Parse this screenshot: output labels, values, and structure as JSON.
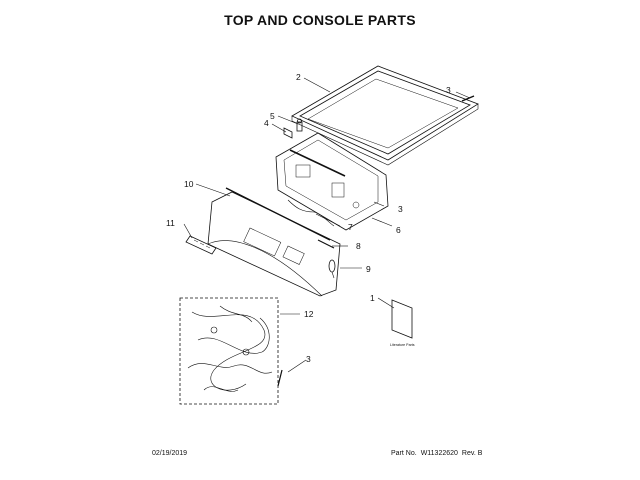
{
  "header": {
    "title": "TOP AND CONSOLE PARTS"
  },
  "callouts": [
    {
      "id": "c-2",
      "label": "2"
    },
    {
      "id": "c-3a",
      "label": "3"
    },
    {
      "id": "c-5",
      "label": "5"
    },
    {
      "id": "c-4",
      "label": "4"
    },
    {
      "id": "c-10",
      "label": "10"
    },
    {
      "id": "c-3b",
      "label": "3"
    },
    {
      "id": "c-6",
      "label": "6"
    },
    {
      "id": "c-7",
      "label": "7"
    },
    {
      "id": "c-11",
      "label": "11"
    },
    {
      "id": "c-8",
      "label": "8"
    },
    {
      "id": "c-9",
      "label": "9"
    },
    {
      "id": "c-1",
      "label": "1"
    },
    {
      "id": "c-12",
      "label": "12"
    },
    {
      "id": "c-3c",
      "label": "3"
    }
  ],
  "literature_label": "Literature Parts",
  "footer": {
    "date": "02/19/2019",
    "part_no_label": "Part No.",
    "part_no": "W11322620",
    "rev": "Rev. B"
  }
}
